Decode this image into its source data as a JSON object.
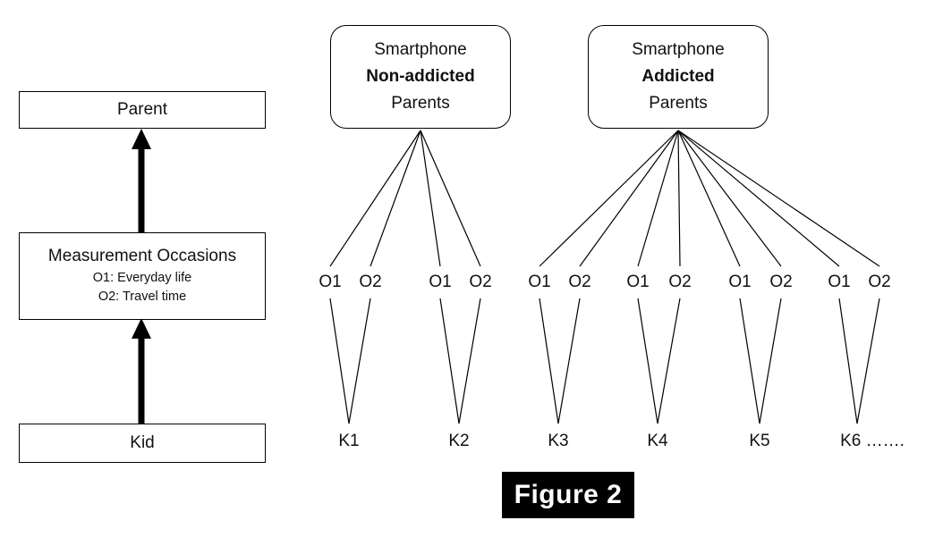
{
  "figure": {
    "caption": "Figure 2"
  },
  "left_column": {
    "levels": [
      {
        "id": "parent",
        "title": "Parent"
      },
      {
        "id": "measurement-occasions",
        "title": "Measurement Occasions",
        "sublines": [
          "O1: Everyday life",
          "O2: Travel time"
        ]
      },
      {
        "id": "kid",
        "title": "Kid"
      }
    ],
    "arrows": [
      {
        "id": "kid-to-measurement",
        "direction": "up"
      },
      {
        "id": "measurement-to-parent",
        "direction": "up"
      }
    ]
  },
  "groups": [
    {
      "id": "non-addicted",
      "line1": "Smartphone",
      "line2": "Non-addicted",
      "line3": "Parents",
      "line2_bold": true,
      "kids": [
        {
          "id": "K1",
          "label": "K1",
          "occasions": [
            {
              "id": "O1",
              "label": "O1"
            },
            {
              "id": "O2",
              "label": "O2"
            }
          ]
        },
        {
          "id": "K2",
          "label": "K2",
          "occasions": [
            {
              "id": "O1",
              "label": "O1"
            },
            {
              "id": "O2",
              "label": "O2"
            }
          ]
        }
      ]
    },
    {
      "id": "addicted",
      "line1": "Smartphone",
      "line2": "Addicted",
      "line3": "Parents",
      "line2_bold": true,
      "kids": [
        {
          "id": "K3",
          "label": "K3",
          "occasions": [
            {
              "id": "O1",
              "label": "O1"
            },
            {
              "id": "O2",
              "label": "O2"
            }
          ]
        },
        {
          "id": "K4",
          "label": "K4",
          "occasions": [
            {
              "id": "O1",
              "label": "O1"
            },
            {
              "id": "O2",
              "label": "O2"
            }
          ]
        },
        {
          "id": "K5",
          "label": "K5",
          "occasions": [
            {
              "id": "O1",
              "label": "O1"
            },
            {
              "id": "O2",
              "label": "O2"
            }
          ]
        },
        {
          "id": "K6",
          "label": "K6",
          "trailing": " …….",
          "occasions": [
            {
              "id": "O1",
              "label": "O1"
            },
            {
              "id": "O2",
              "label": "O2"
            }
          ]
        }
      ]
    }
  ],
  "colors": {
    "line": "#000000",
    "box_border": "#000000",
    "background": "#ffffff",
    "caption_background": "#000000",
    "caption_text": "#ffffff",
    "text": "#111111"
  }
}
